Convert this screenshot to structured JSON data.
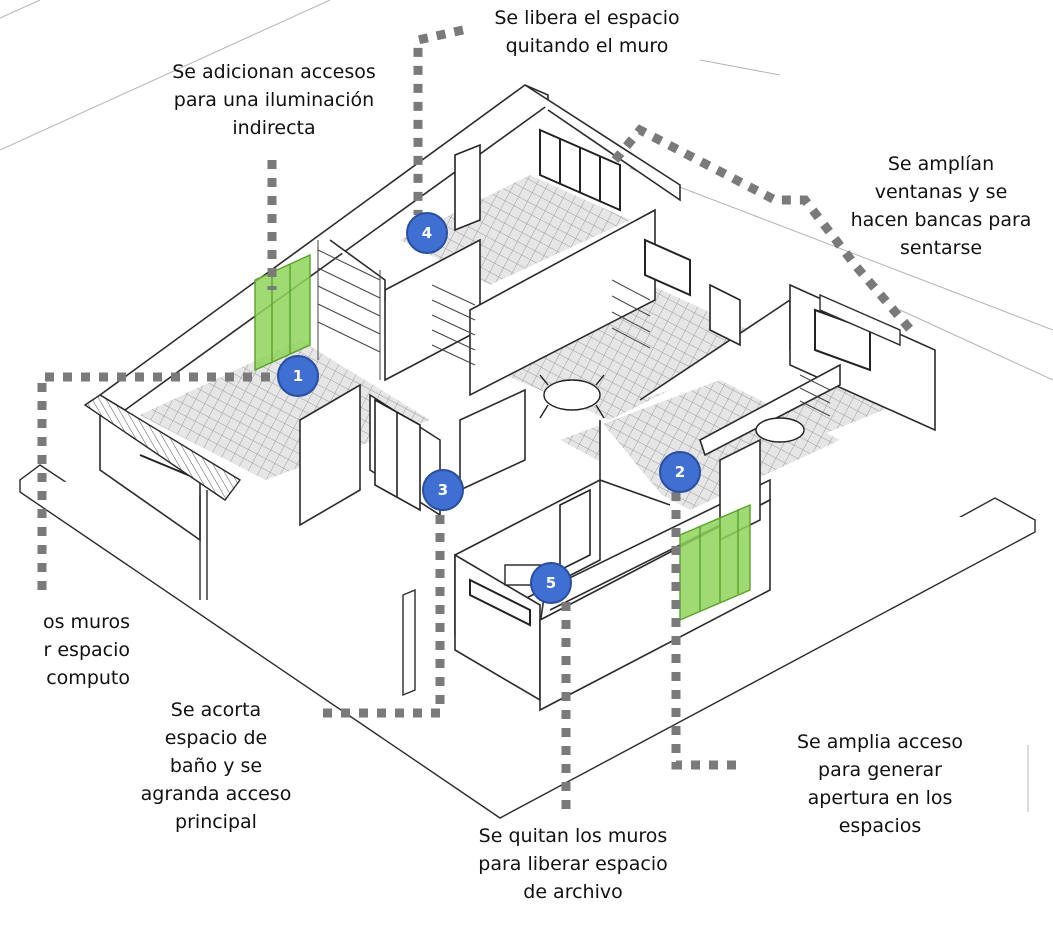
{
  "colors": {
    "line": "#2b2b2b",
    "floor_tile": "#b9b9b9",
    "dotted_leader": "#7a7a7a",
    "glass_green": "#8fd45a",
    "marker_fill": "#3f6fd0",
    "marker_border": "#2a4f9f",
    "marker_text": "#ffffff",
    "text": "#111111"
  },
  "markers": [
    "1",
    "2",
    "3",
    "4",
    "5"
  ],
  "annotations": {
    "top_left": [
      "Se adicionan accesos",
      "para una iluminación",
      "indirecta"
    ],
    "top_center": [
      "Se libera el espacio",
      "quitando el muro"
    ],
    "top_right": [
      "Se amplían",
      "ventanas y se",
      "hacen bancas para",
      "sentarse"
    ],
    "left": [
      "os muros",
      "r espacio",
      "computo"
    ],
    "bottom_left": [
      "Se acorta",
      "espacio de",
      "baño y se",
      "agranda acceso",
      "principal"
    ],
    "bottom_center": [
      "Se quitan los muros",
      "para liberar espacio",
      "de archivo"
    ],
    "bottom_right": [
      "Se amplia acceso",
      "para generar",
      "apertura en los",
      "espacios"
    ]
  }
}
